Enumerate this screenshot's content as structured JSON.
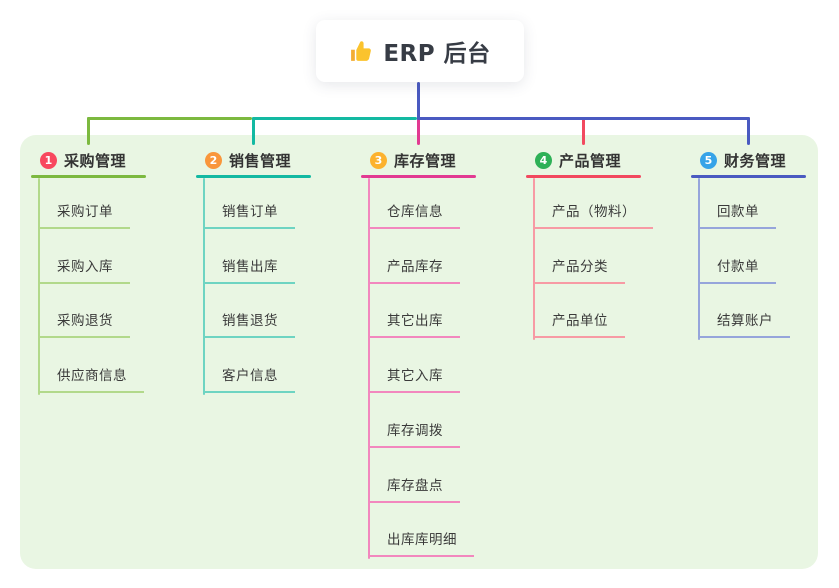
{
  "root": {
    "label": "ERP 后台",
    "icon": "thumbs-up-icon",
    "icon_color": "#f9c32c"
  },
  "colors": {
    "page_background": "#ffffff",
    "panel_background": "#e9f6e3",
    "root_connector": "#4a5ac1",
    "header_text": "#333333",
    "child_text": "#3a3a3a"
  },
  "branches": [
    {
      "number": "1",
      "label": "采购管理",
      "badge_color": "#f8485e",
      "line_color": "#7cb93f",
      "child_line_color": "#b2d98b",
      "children": [
        "采购订单",
        "采购入库",
        "采购退货",
        "供应商信息"
      ]
    },
    {
      "number": "2",
      "label": "销售管理",
      "badge_color": "#f9963b",
      "line_color": "#13b9a2",
      "child_line_color": "#6ed4c2",
      "children": [
        "销售订单",
        "销售出库",
        "销售退货",
        "客户信息"
      ]
    },
    {
      "number": "3",
      "label": "库存管理",
      "badge_color": "#fcb22e",
      "line_color": "#e23a92",
      "child_line_color": "#f287be",
      "children": [
        "仓库信息",
        "产品库存",
        "其它出库",
        "其它入库",
        "库存调拨",
        "库存盘点",
        "出库库明细"
      ]
    },
    {
      "number": "4",
      "label": "产品管理",
      "badge_color": "#2eb157",
      "line_color": "#f2495f",
      "child_line_color": "#f79aa4",
      "children": [
        "产品（物料）",
        "产品分类",
        "产品单位"
      ]
    },
    {
      "number": "5",
      "label": "财务管理",
      "badge_color": "#36a3e8",
      "line_color": "#4a5ac1",
      "child_line_color": "#96a5db",
      "children": [
        "回款单",
        "付款单",
        "结算账户"
      ]
    }
  ]
}
